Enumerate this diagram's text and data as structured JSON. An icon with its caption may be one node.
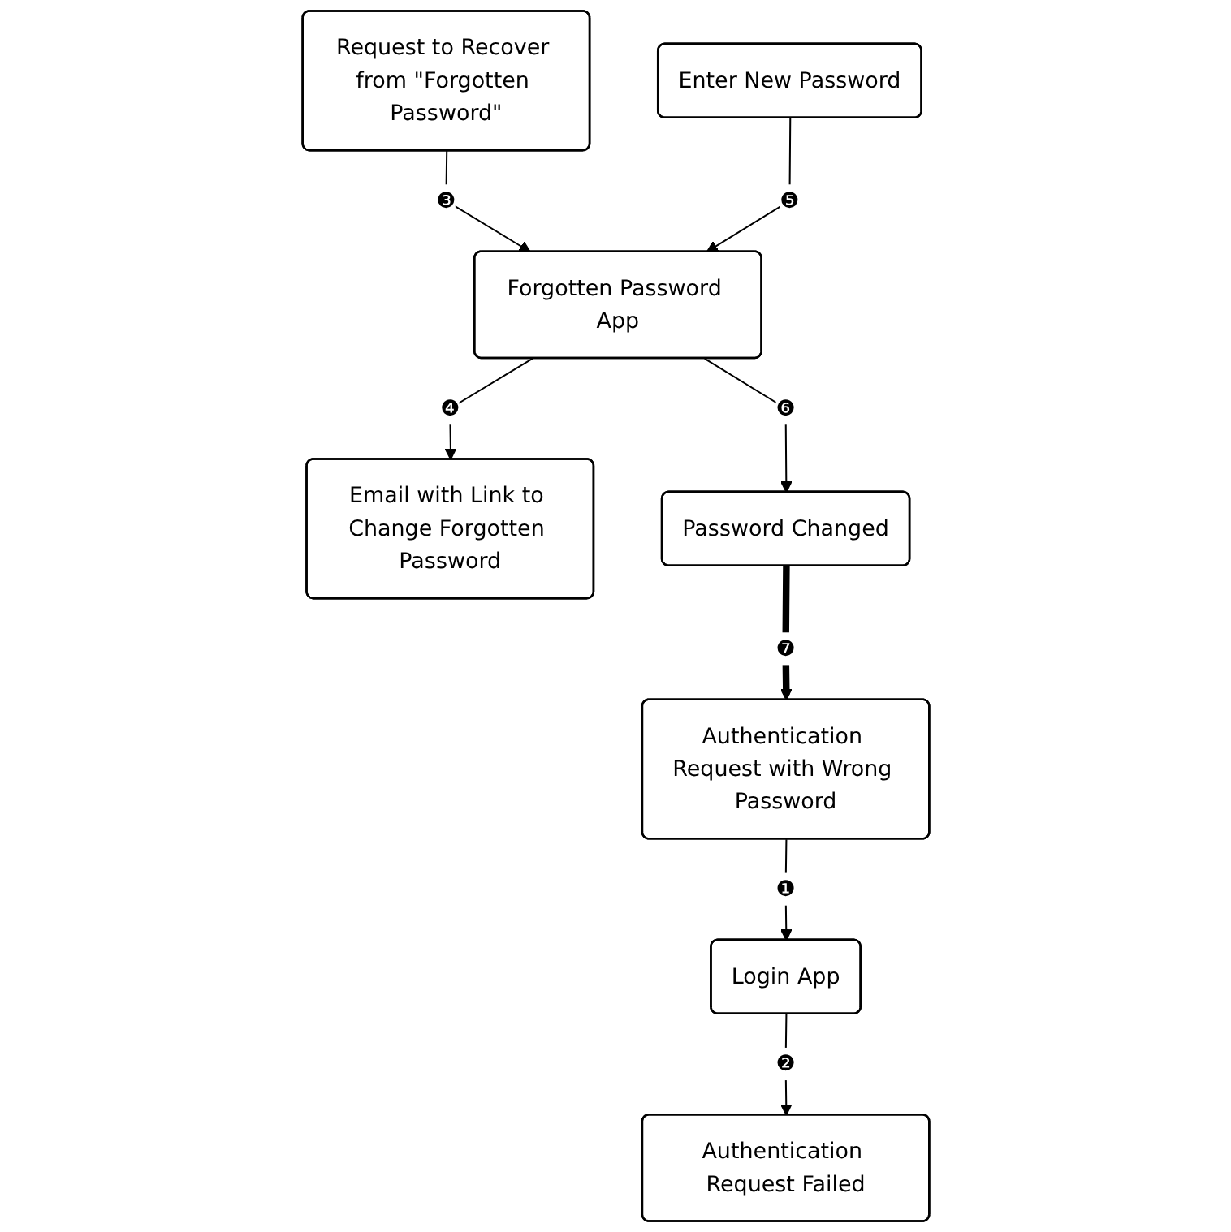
{
  "diagram": {
    "nodes": [
      {
        "text": [
          "Authentication Request with Wrong Password"
        ]
      },
      {
        "text": [
          "Login App"
        ]
      },
      {
        "text": [
          "Authentication Request Failed"
        ]
      },
      {
        "text": [
          "Request to Recover from \"Forgotten Password\""
        ]
      },
      {
        "text": [
          "Forgotten Password App"
        ]
      },
      {
        "text": [
          "Email with Link to Change Forgotten Password"
        ]
      },
      {
        "text": [
          "Enter New Password"
        ]
      },
      {
        "text": [
          "Password Changed"
        ]
      }
    ],
    "edges": [
      {
        "from": 0,
        "to": 1,
        "arrow": "to",
        "label": "❶"
      },
      {
        "from": 1,
        "to": 2,
        "arrow": "to",
        "label": "❷"
      },
      {
        "from": 3,
        "to": 4,
        "arrow": "to",
        "label": "❸"
      },
      {
        "from": 4,
        "to": 5,
        "arrow": "to",
        "label": "❹"
      },
      {
        "from": 6,
        "to": 4,
        "arrow": "to",
        "label": "❺"
      },
      {
        "from": 4,
        "to": 7,
        "arrow": "to",
        "label": "❻"
      },
      {
        "from": 7,
        "to": 0,
        "arrow": "to",
        "label": "❼",
        "style": "thick"
      }
    ]
  }
}
